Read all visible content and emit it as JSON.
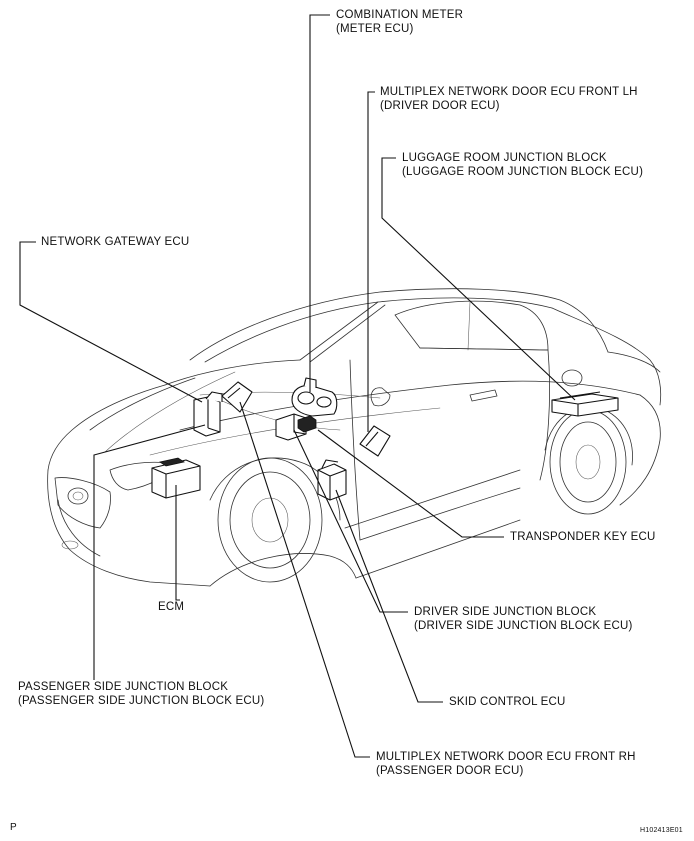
{
  "labels": {
    "combination_meter": [
      "COMBINATION METER",
      "(METER ECU)"
    ],
    "door_ecu_lh": [
      "MULTIPLEX NETWORK DOOR ECU FRONT LH",
      "(DRIVER DOOR ECU)"
    ],
    "luggage_jb": [
      "LUGGAGE ROOM JUNCTION BLOCK",
      "(LUGGAGE ROOM JUNCTION BLOCK ECU)"
    ],
    "network_gateway": [
      "NETWORK GATEWAY ECU"
    ],
    "transponder": [
      "TRANSPONDER KEY ECU"
    ],
    "ecm": [
      "ECM"
    ],
    "driver_jb": [
      "DRIVER SIDE JUNCTION BLOCK",
      "(DRIVER SIDE JUNCTION BLOCK ECU)"
    ],
    "passenger_jb": [
      "PASSENGER SIDE JUNCTION BLOCK",
      "(PASSENGER SIDE JUNCTION BLOCK ECU)"
    ],
    "skid_control": [
      "SKID CONTROL ECU"
    ],
    "door_ecu_rh": [
      "MULTIPLEX NETWORK DOOR ECU FRONT RH",
      "(PASSENGER DOOR ECU)"
    ]
  },
  "footer": {
    "page_mark": "P",
    "figure_id": "H102413E01"
  }
}
